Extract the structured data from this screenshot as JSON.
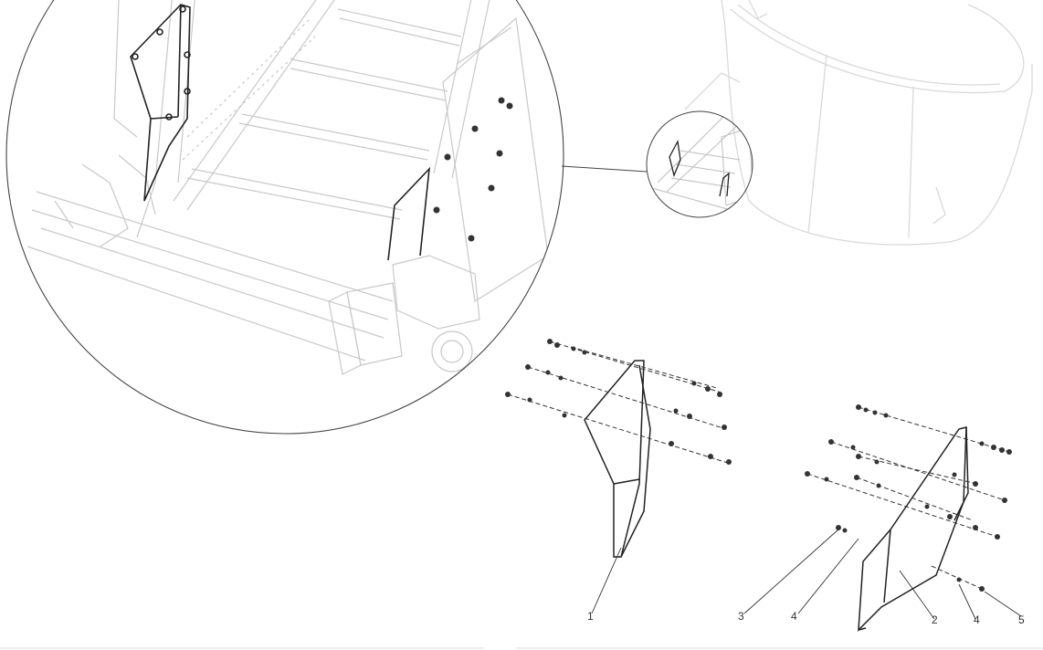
{
  "colors": {
    "background": "#ffffff",
    "line_dark": "#222222",
    "line_mid": "#555555",
    "line_light": "#c8c8c8",
    "line_faint": "#d9d9d9"
  },
  "callouts": [
    {
      "id": "1",
      "label": "1"
    },
    {
      "id": "2",
      "label": "2"
    },
    {
      "id": "3",
      "label": "3"
    },
    {
      "id": "4a",
      "label": "4"
    },
    {
      "id": "4b",
      "label": "4"
    },
    {
      "id": "5",
      "label": "5"
    }
  ]
}
